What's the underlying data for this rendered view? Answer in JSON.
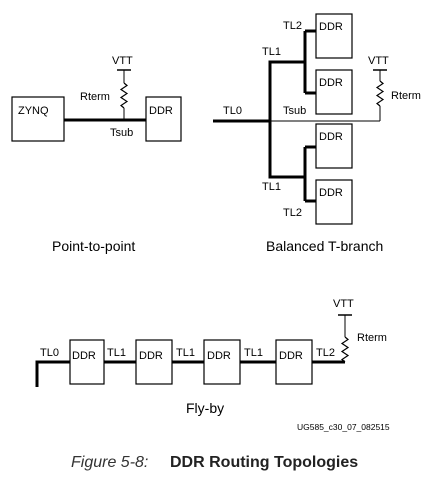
{
  "labels": {
    "vtt": "VTT",
    "rterm": "Rterm",
    "tsub": "Tsub",
    "tl0": "TL0",
    "tl1": "TL1",
    "tl2": "TL2",
    "zynq": "ZYNQ",
    "ddr": "DDR"
  },
  "captions": {
    "point_to_point": "Point-to-point",
    "balanced_t_branch": "Balanced T-branch",
    "fly_by": "Fly-by"
  },
  "figure": {
    "id": "UG585_c30_07_082515",
    "number": "Figure 5-8:",
    "title": "DDR Routing Topologies"
  }
}
